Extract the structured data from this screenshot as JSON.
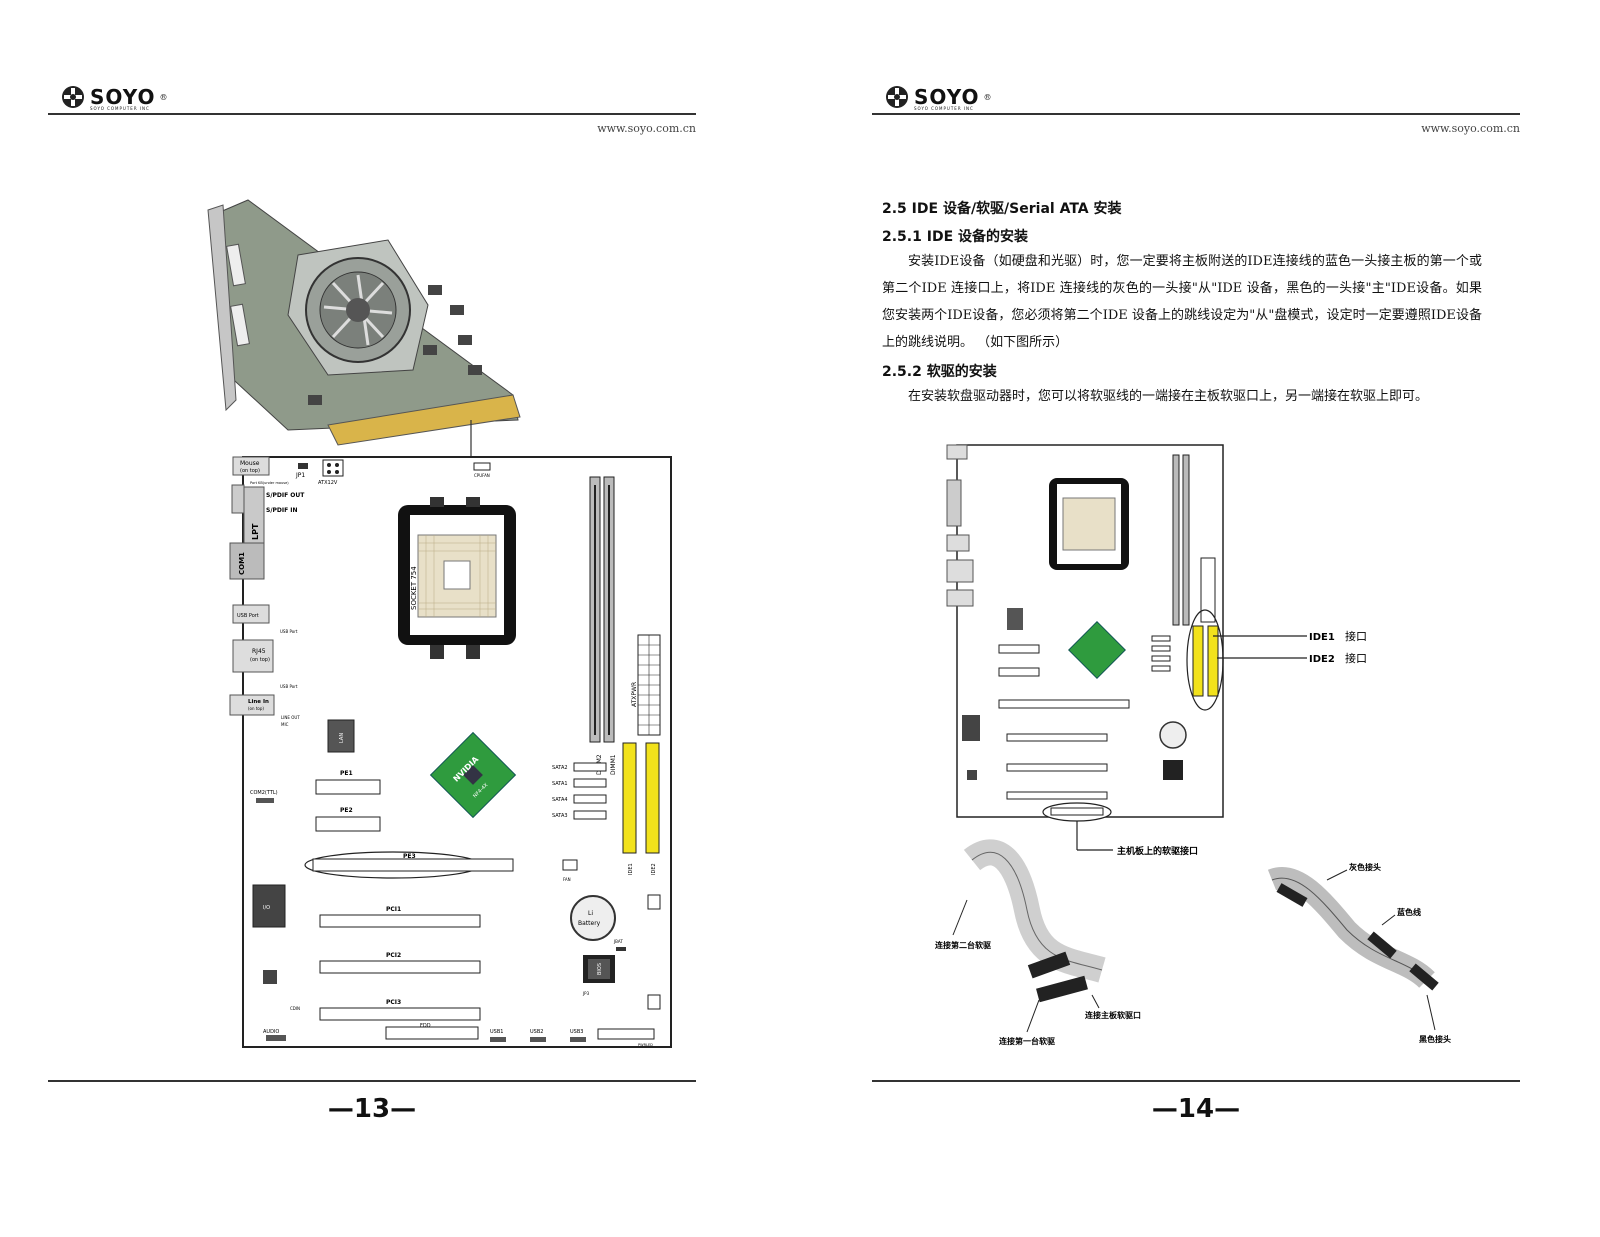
{
  "header": {
    "brand": "SOYO",
    "brand_sub": "SOYO COMPUTER INC",
    "url": "www.soyo.com.cn"
  },
  "left_page": {
    "page_number": "—13—",
    "board": {
      "ports": {
        "mouse": "Mouse",
        "mouse_sub": "(on top)",
        "kb": "Port KB(under mouse)",
        "spdif_out": "S/PDIF OUT",
        "spdif_in": "S/PDIF IN",
        "lpt": "LPT",
        "com1": "COM1",
        "usb_port_a": "USB Port",
        "usb_port_b": "USB Port",
        "rj45": "RJ45",
        "rj45_sub": "(on top)",
        "usb_port_c": "USB Port",
        "line_in": "Line In",
        "line_in_sub": "(on top)",
        "line_out": "LINE OUT",
        "mic": "MIC"
      },
      "labels": {
        "jp1": "JP1",
        "atx12v": "ATX12V",
        "cpufan": "CPUFAN",
        "socket": "SOCKET 754",
        "dimm2": "DIMM2",
        "dimm1": "DIMM1",
        "atxpwr": "ATXPWR",
        "nvidia": "NVIDIA",
        "nf": "NF4-4X",
        "sata2": "SATA2",
        "sata1": "SATA1",
        "sata4": "SATA4",
        "sata3": "SATA3",
        "ide1": "IDE1",
        "ide2": "IDE2",
        "pe1": "PE1",
        "pe2": "PE2",
        "pe3": "PE3",
        "com2": "COM2(TTL)",
        "pci1": "PCI1",
        "pci2": "PCI2",
        "pci3": "PCI3",
        "cdin": "CDIN",
        "audio": "AUDIO",
        "fdd": "FDD",
        "usb1": "USB1",
        "usb2": "USB2",
        "usb3": "USB3",
        "li": "Li",
        "battery": "Battery",
        "jbat": "JBAT",
        "bios": "BIOS",
        "jp3": "JP3",
        "fan": "FAN",
        "pwrled": "PWRLED",
        "lan": "LAN",
        "io": "I/O"
      }
    }
  },
  "right_page": {
    "page_number": "—14—",
    "h_25": "2.5 IDE 设备/软驱/Serial ATA 安装",
    "h_251": "2.5.1 IDE 设备的安装",
    "p1": "安装IDE设备（如硬盘和光驱）时，您一定要将主板附送的IDE连接线的蓝色一头接主板的第一个或第二个IDE 连接口上，将IDE 连接线的灰色的一头接\"从\"IDE 设备，黑色的一头接\"主\"IDE设备。如果您安装两个IDE设备，您必须将第二个IDE 设备上的跳线设定为\"从\"盘模式，设定时一定要遵照IDE设备上的跳线说明。 （如下图所示）",
    "h_252": "2.5.2 软驱的安装",
    "p2": "在安装软盘驱动器时，您可以将软驱线的一端接在主板软驱口上，另一端接在软驱上即可。",
    "callouts": {
      "ide1": "IDE1",
      "ide1_suffix": "接口",
      "ide2": "IDE2",
      "ide2_suffix": "接口",
      "fdd_port": "主机板上的软驱接口",
      "second_drive": "连接第二台软驱",
      "mb_fdd": "连接主板软驱口",
      "first_drive": "连接第一台软驱",
      "gray_head": "灰色接头",
      "blue_line": "蓝色线",
      "black_head": "黑色接头"
    }
  },
  "colors": {
    "ide_yellow": "#f2e21c",
    "chip_green": "#2f9b3e",
    "rule": "#333333"
  }
}
